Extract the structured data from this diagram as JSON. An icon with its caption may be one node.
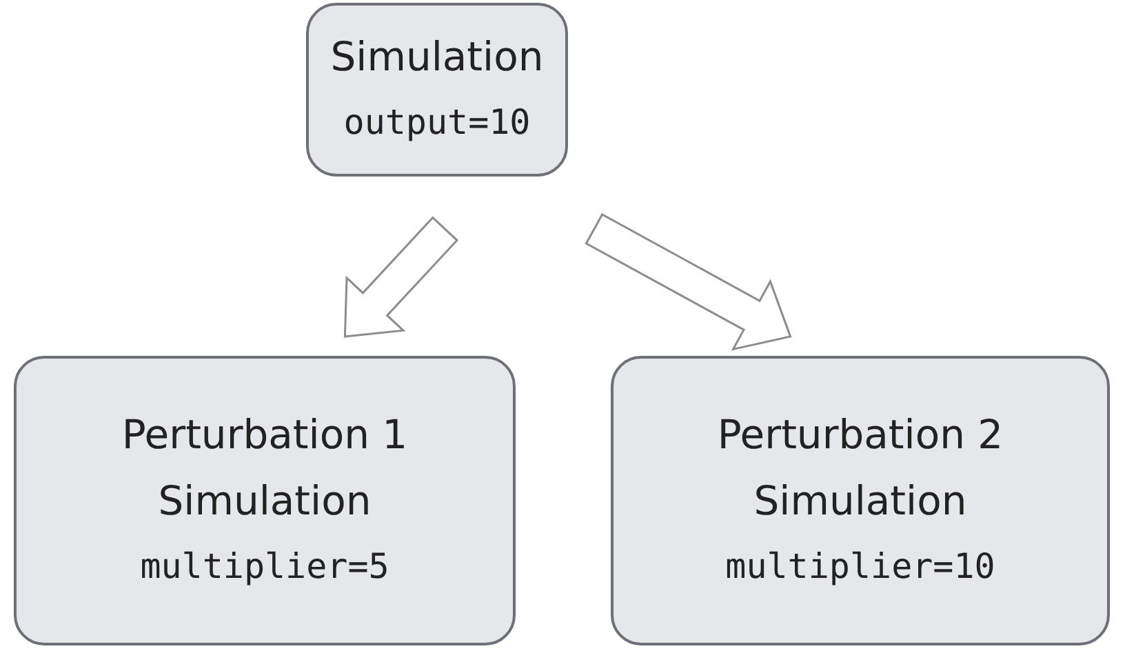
{
  "diagram": {
    "nodes": [
      {
        "text": [
          "Simulation",
          "output=10"
        ]
      },
      {
        "text": [
          "Perturbation 1",
          "Simulation",
          "multiplier=5"
        ]
      },
      {
        "text": [
          "Perturbation 2",
          "Simulation",
          "multiplier=10"
        ]
      }
    ],
    "edges": [
      {
        "from": 0,
        "to": 1,
        "arrow": "to"
      },
      {
        "from": 0,
        "to": 2,
        "arrow": "to"
      }
    ]
  }
}
